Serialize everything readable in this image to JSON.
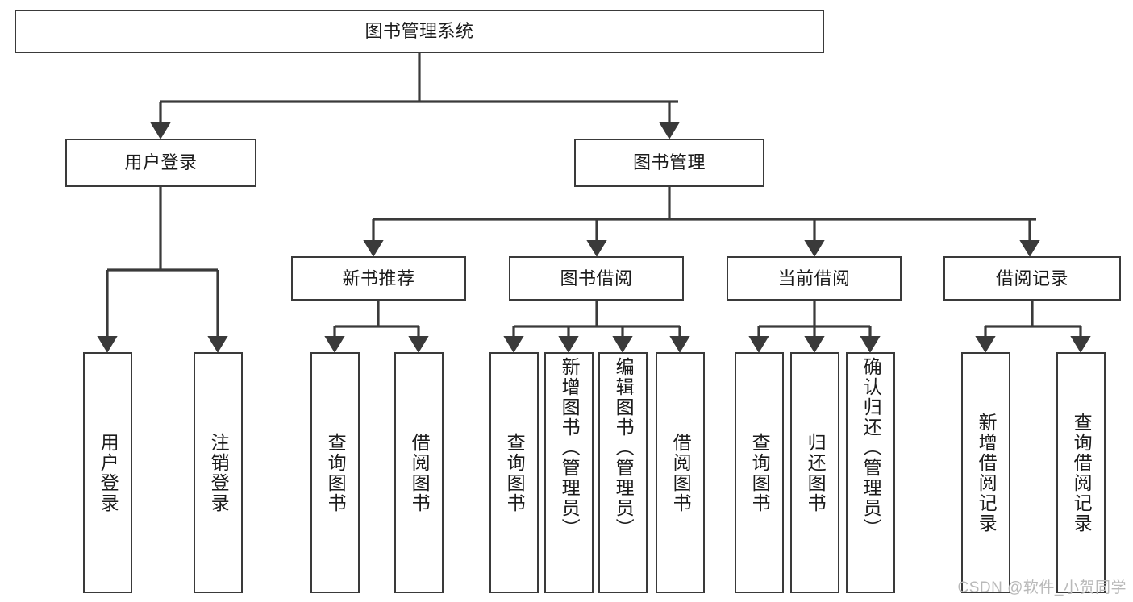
{
  "diagram": {
    "title": "图书管理系统",
    "type": "tree-hierarchy-chart",
    "watermark": "CSDN @软件_小贺同学",
    "line_color": "#3a3a3a",
    "box_fill": "#ffffff",
    "text_color": "#1b1b1b",
    "root": {
      "label": "图书管理系统"
    },
    "level2": [
      {
        "label": "用户登录"
      },
      {
        "label": "图书管理"
      }
    ],
    "level3": [
      {
        "label": "新书推荐"
      },
      {
        "label": "图书借阅"
      },
      {
        "label": "当前借阅"
      },
      {
        "label": "借阅记录"
      }
    ],
    "leaves": {
      "user_login": [
        {
          "label": "用户登录"
        },
        {
          "label": "注销登录"
        }
      ],
      "new_book_recommend": [
        {
          "label": "查询图书"
        },
        {
          "label": "借阅图书"
        }
      ],
      "book_borrow": [
        {
          "label": "查询图书"
        },
        {
          "label": "新增图书（管理员）"
        },
        {
          "label": "编辑图书（管理员）"
        },
        {
          "label": "借阅图书"
        }
      ],
      "current_borrow": [
        {
          "label": "查询图书"
        },
        {
          "label": "归还图书"
        },
        {
          "label": "确认归还（管理员）"
        }
      ],
      "borrow_record": [
        {
          "label": "新增借阅记录"
        },
        {
          "label": "查询借阅记录"
        }
      ]
    }
  }
}
